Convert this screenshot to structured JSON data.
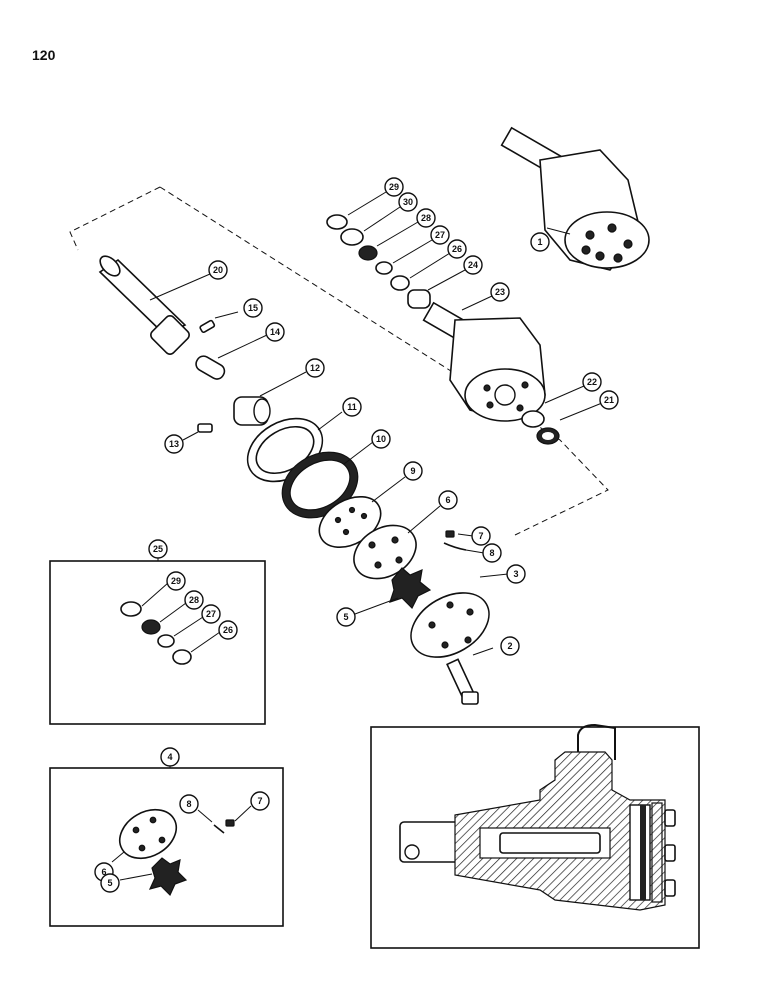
{
  "page_number": "120",
  "main_callouts": [
    "1",
    "2",
    "3",
    "5",
    "6",
    "7",
    "8",
    "9",
    "10",
    "11",
    "12",
    "13",
    "14",
    "15",
    "20",
    "21",
    "22",
    "23",
    "24",
    "26",
    "27",
    "28",
    "29",
    "30"
  ],
  "inset_25": {
    "label": "25",
    "callouts": [
      "29",
      "28",
      "27",
      "26"
    ]
  },
  "inset_4": {
    "label": "4",
    "callouts": [
      "8",
      "7",
      "6",
      "5"
    ]
  }
}
